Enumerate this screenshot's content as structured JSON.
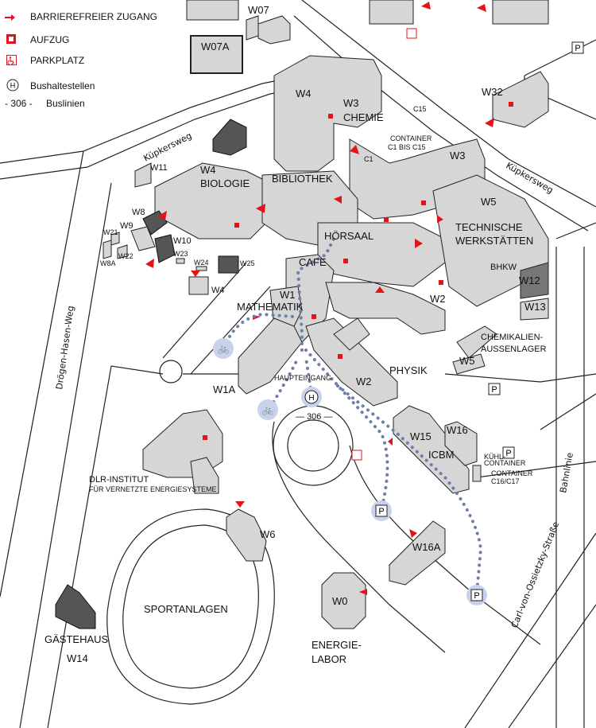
{
  "legend": {
    "accessible_entrance": "BARRIEREFREIER ZUGANG",
    "elevator": "AUFZUG",
    "parking": "PARKPLATZ",
    "bus_stop_symbol": "H",
    "bus_stops": "Bushaltestellen",
    "bus_line_sample": "- 306 -",
    "bus_lines": "Buslinien"
  },
  "colors": {
    "accent_red": "#e0141a",
    "path_blue": "#6d7fa8",
    "poi_fill": "#c9d2ea",
    "building": "#d6d6d6"
  },
  "labels": {
    "w07": "W07",
    "w07a": "W07A",
    "w32": "W32",
    "w4": "W4",
    "w3": "W3",
    "chemie": "CHEMIE",
    "c15": "C15",
    "container": "CONTAINER",
    "c1bis": "C1  BIS  C15",
    "c1": "C1",
    "w3b": "W3",
    "w5": "W5",
    "technische": "TECHNISCHE",
    "werkstaetten": "WERKSTÄTTEN",
    "bhkw": "BHKW",
    "w12": "W12",
    "w13": "W13",
    "w2": "W2",
    "chemikalien": "CHEMIKALIEN-",
    "aussenlager": "AUSSENLAGER",
    "w5b": "W5",
    "w11": "W11",
    "w4bio": "W4",
    "biologie": "BIOLOGIE",
    "bibliothek": "BIBLIOTHEK",
    "hoersaal": "HÖRSAAL",
    "cafe": "CAFE",
    "w8": "W8",
    "w9": "W9",
    "w10": "W10",
    "w21": "W21",
    "w22": "W22",
    "w8a": "W8A",
    "w23": "W23",
    "w24": "W24",
    "w25": "W25",
    "w4small": "W4",
    "w1": "W1",
    "mathematik": "MATHEMATIK",
    "w1a": "W1A",
    "haupteingang": "HAUPTEINGANG",
    "w2b": "W2",
    "physik": "PHYSIK",
    "bus": "306",
    "w15": "W15",
    "w16": "W16",
    "icbm": "ICBM",
    "kuehl": "KÜHL-",
    "kuehl2": "CONTAINER",
    "container2": "CONTAINER",
    "c16": "C16/C17",
    "dlr1": "DLR-INSTITUT",
    "dlr2": "FÜR VERNETZTE ENERGIESYSTEME",
    "w6": "W6",
    "w16a": "W16A",
    "w0": "W0",
    "energie": "ENERGIE-",
    "labor": "LABOR",
    "sport": "SPORTANLAGEN",
    "gaeste": "GÄSTEHAUS",
    "w14": "W14"
  },
  "streets": {
    "kuepkers1": "Küpkersweg",
    "kuepkers2": "Küpkersweg",
    "droegen": "Drögen-Hasen-Weg",
    "carl": "Carl-von-Ossietzky-Straße",
    "bahn": "Bahnlinie"
  },
  "poi": {
    "parking": "P",
    "bus": "H",
    "bike": "bike-icon"
  }
}
